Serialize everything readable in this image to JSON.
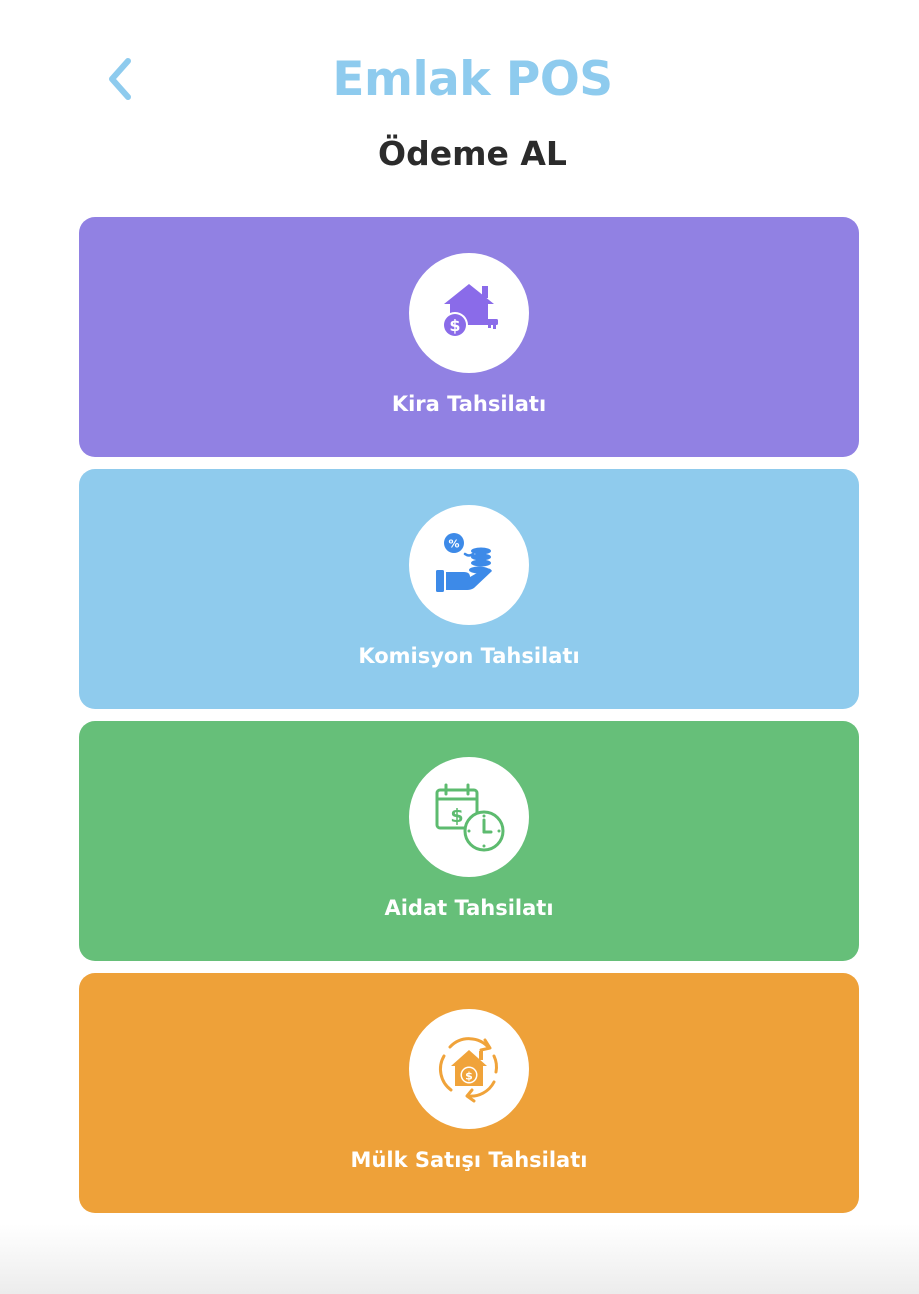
{
  "header": {
    "app_title": "Emlak POS",
    "page_title": "Ödeme AL",
    "back_icon": "chevron-left-icon",
    "accent_color": "#8ecbee"
  },
  "cards": [
    {
      "label": "Kira Tahsilatı",
      "icon": "house-key-dollar-icon",
      "color": "#9181e3"
    },
    {
      "label": "Komisyon Tahsilatı",
      "icon": "hand-coins-percent-icon",
      "color": "#8fcbed"
    },
    {
      "label": "Aidat Tahsilatı",
      "icon": "calendar-dollar-clock-icon",
      "color": "#66bf79"
    },
    {
      "label": "Mülk Satışı Tahsilatı",
      "icon": "house-dollar-exchange-icon",
      "color": "#eea139"
    }
  ]
}
